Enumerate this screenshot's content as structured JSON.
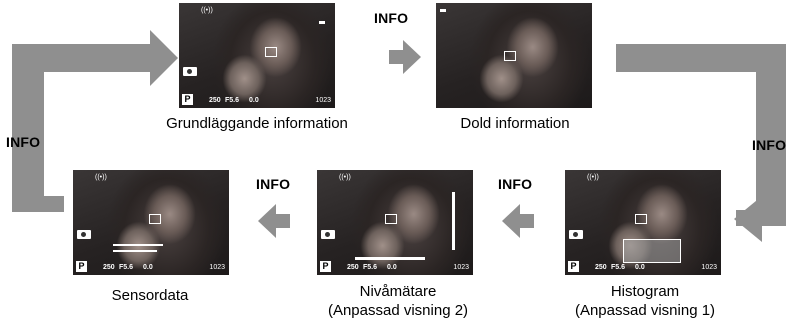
{
  "arrow_label": "INFO",
  "screens": [
    {
      "id": "basic",
      "caption_lines": [
        "Grundläggande information"
      ]
    },
    {
      "id": "hidden",
      "caption_lines": [
        "Dold information"
      ]
    },
    {
      "id": "histogram",
      "caption_lines": [
        "Histogram",
        "(Anpassad visning 1)"
      ]
    },
    {
      "id": "level",
      "caption_lines": [
        "Nivåmätare",
        "(Anpassad visning 2)"
      ]
    },
    {
      "id": "sensor",
      "caption_lines": [
        "Sensordata"
      ]
    }
  ],
  "overlay": {
    "mode": "P",
    "shutter": "250",
    "aperture": "F5.6",
    "exposure": "0.0",
    "shots": "1023",
    "wifi": "((•))"
  },
  "colors": {
    "loop_band": "#8f8f8f",
    "screen_bg": "#1a1a1a"
  }
}
